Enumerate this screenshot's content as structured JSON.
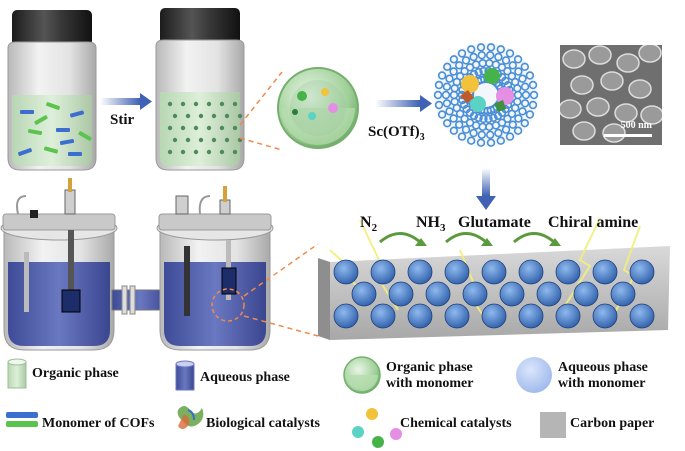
{
  "process": {
    "step1_label": "Stir",
    "step2_label": "Sc(OTf)3",
    "step2_text": "Sc(OTf)",
    "step2_subscript": "3",
    "sem_scale": "500 nm"
  },
  "reaction": {
    "n2": "N",
    "n2_sub": "2",
    "nh3": "NH",
    "nh3_sub": "3",
    "glutamate": "Glutamate",
    "chiral_amine": "Chiral amine"
  },
  "legend": {
    "organic_phase": "Organic phase",
    "aqueous_phase": "Aqueous phase",
    "organic_with_monomer_1": "Organic phase",
    "organic_with_monomer_2": "with monomer",
    "aqueous_with_monomer_1": "Aqueous phase",
    "aqueous_with_monomer_2": "with monomer",
    "monomer_cofs": "Monomer of COFs",
    "biological_catalysts": "Biological catalysts",
    "chemical_catalysts": "Chemical catalysts",
    "carbon_paper": "Carbon paper"
  },
  "colors": {
    "organic_phase": "#cfe8c9",
    "aqueous_phase": "#8fa6cc",
    "electrolyte": "#4b5aa6",
    "cof_blue": "#4a8fd6",
    "carbon_paper": "#b5b5b5",
    "arrow_green": "#5a9a3c",
    "lightning": "#f2ee7a",
    "chem_yellow": "#f2c23a",
    "chem_green": "#46b34a",
    "chem_teal": "#5ad2c4",
    "chem_pink": "#e48fe4"
  }
}
